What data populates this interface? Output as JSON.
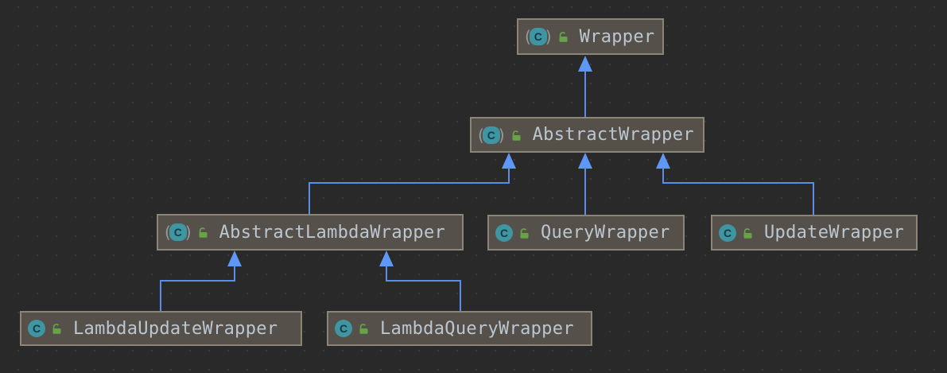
{
  "diagram": {
    "type": "uml-class-hierarchy",
    "icons": {
      "class_letter": "C",
      "abstract_paren_left": "(",
      "abstract_paren_right": ")",
      "class_icon": "circle-c-class-icon",
      "abstract_class_icon": "parenthesized-c-abstract-class-icon",
      "visibility_icon": "open-padlock-icon"
    },
    "colors": {
      "canvas_bg": "#292929",
      "grid_dot": "#3d3d3d",
      "node_bg": "#55514a",
      "node_border": "#8b8577",
      "node_text": "#bcc6d0",
      "edge_line": "#5b8cea",
      "edge_arrow": "#5f97f6",
      "class_icon_bg": "#4095a3",
      "class_icon_letter": "#143a44",
      "lock_green": "#66a447"
    },
    "nodes": {
      "wrapper": {
        "label": "Wrapper",
        "kind": "abstract class"
      },
      "abstract_wrapper": {
        "label": "AbstractWrapper",
        "kind": "abstract class"
      },
      "abstract_lambda_wrapper": {
        "label": "AbstractLambdaWrapper",
        "kind": "abstract class"
      },
      "query_wrapper": {
        "label": "QueryWrapper",
        "kind": "class"
      },
      "update_wrapper": {
        "label": "UpdateWrapper",
        "kind": "class"
      },
      "lambda_update_wrapper": {
        "label": "LambdaUpdateWrapper",
        "kind": "class"
      },
      "lambda_query_wrapper": {
        "label": "LambdaQueryWrapper",
        "kind": "class"
      }
    },
    "edges": [
      {
        "from": "AbstractWrapper",
        "to": "Wrapper",
        "type": "inheritance"
      },
      {
        "from": "AbstractLambdaWrapper",
        "to": "AbstractWrapper",
        "type": "inheritance"
      },
      {
        "from": "QueryWrapper",
        "to": "AbstractWrapper",
        "type": "inheritance"
      },
      {
        "from": "UpdateWrapper",
        "to": "AbstractWrapper",
        "type": "inheritance"
      },
      {
        "from": "LambdaUpdateWrapper",
        "to": "AbstractLambdaWrapper",
        "type": "inheritance"
      },
      {
        "from": "LambdaQueryWrapper",
        "to": "AbstractLambdaWrapper",
        "type": "inheritance"
      }
    ]
  }
}
